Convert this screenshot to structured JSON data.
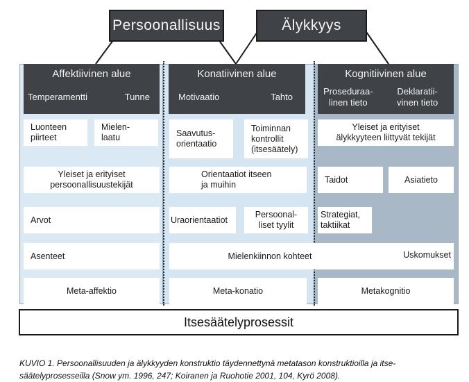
{
  "top": {
    "personality": "Persoonallisuus",
    "intelligence": "Älykkyys"
  },
  "columns": {
    "affective": {
      "title": "Affektiivinen alue",
      "sub_left": "Temperamentti",
      "sub_right": "Tunne"
    },
    "conative": {
      "title": "Konatiivinen alue",
      "sub_left": "Motivaatio",
      "sub_right": "Tahto"
    },
    "cognitive": {
      "title": "Kognitiivinen alue",
      "sub_left": "Proseduraa-\nlinen tieto",
      "sub_right": "Deklaratii-\nvinen tieto"
    }
  },
  "cells": {
    "luonteen_piirteet": "Luonteen\npiirteet",
    "mielen_laatu": "Mielen-\nlaatu",
    "saavutusorientaatio": "Saavutus-\norientaatio",
    "toiminnan_kontrollit": "Toiminnan\nkontrollit\n(itsesäätely)",
    "alykkyyteen_tekijat": "Yleiset ja erityiset\nälykkyyteen liittyvät tekijät",
    "persoonallisuustekijat": "Yleiset ja erityiset\npersoonallisuustekijät",
    "orientaatiot": "Orientaatiot itseen\nja muihin",
    "taidot": "Taidot",
    "asiatieto": "Asiatieto",
    "arvot": "Arvot",
    "uraorientaatiot": "Uraorientaatiot",
    "persoonalliset_tyylit": "Persoonal-\nliset tyylit",
    "strategiat": "Strategiat,\ntaktiikat",
    "asenteet": "Asenteet",
    "mielenkiinnon_kohteet": "Mielenkiinnon kohteet",
    "uskomukset": "Uskomukset",
    "meta_affektio": "Meta-affektio",
    "meta_konatio": "Meta-konatio",
    "metakognitio": "Metakognitio"
  },
  "footer": "Itsesäätelyprosessit",
  "caption": "KUVIO 1. Persoonallisuuden ja älykkyyden konstruktio täydennettynä metatason konstruktioilla ja itse-\nsäätelyprosesseilla (Snow ym. 1996, 247; Koiranen ja Ruohotie 2001, 104, Kyrö 2008).",
  "colors": {
    "panel_light": "#dbe9f5",
    "panel_mid": "#c3d6e6",
    "panel_cog": "#a9b8c6",
    "header": "#3f4247"
  }
}
